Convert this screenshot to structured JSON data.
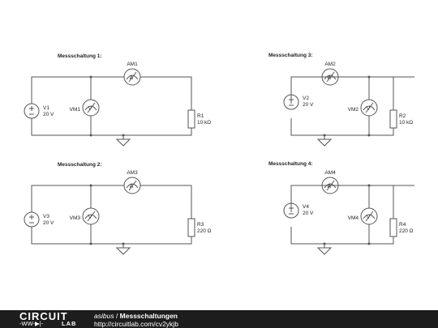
{
  "circuits": [
    {
      "title": "Messschaltung 1:",
      "ammeter": "AM1",
      "voltmeter": "VM1",
      "source_name": "V1",
      "source_value": "20 V",
      "resistor_name": "R1",
      "resistor_value": "10 kΩ"
    },
    {
      "title": "Messschaltung 3:",
      "ammeter": "AM2",
      "voltmeter": "VM2",
      "source_name": "V2",
      "source_value": "20 V",
      "resistor_name": "R2",
      "resistor_value": "10 kΩ"
    },
    {
      "title": "Messschaltung 2:",
      "ammeter": "AM3",
      "voltmeter": "VM3",
      "source_name": "V3",
      "source_value": "20 V",
      "resistor_name": "R3",
      "resistor_value": "220 Ω"
    },
    {
      "title": "Messschaltung 4:",
      "ammeter": "AM4",
      "voltmeter": "VM4",
      "source_name": "V4",
      "source_value": "20 V",
      "resistor_name": "R4",
      "resistor_value": "220 Ω"
    }
  ],
  "footer": {
    "logo_line1": "CIRCUIT",
    "logo_line2": "LAB",
    "author": "asibus",
    "separator": " / ",
    "schematic_title": "Messschaltungen",
    "url": "http://circuitlab.com/cv2ykjb"
  }
}
